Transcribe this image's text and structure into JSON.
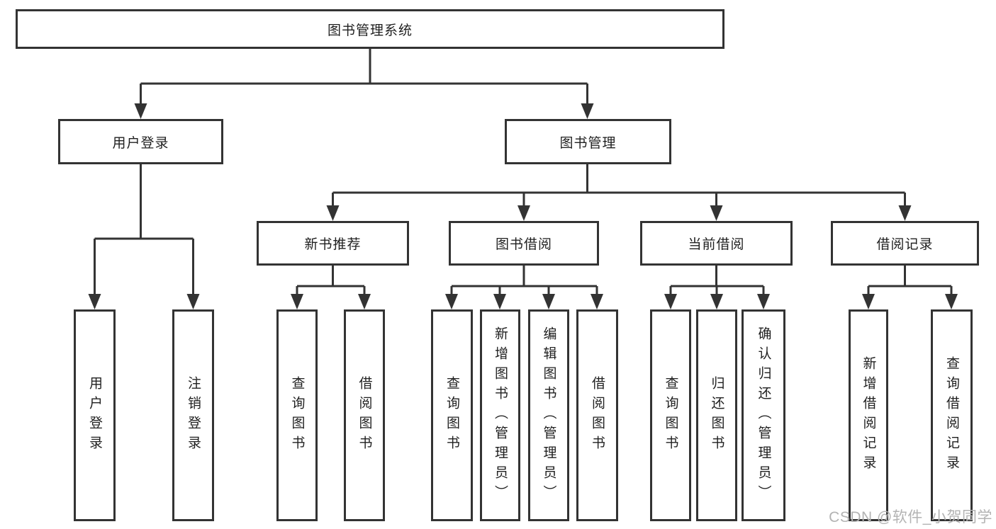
{
  "diagram": {
    "title": "图书管理系统",
    "level2": {
      "user_login": {
        "label": "用户登录"
      },
      "book_mgmt": {
        "label": "图书管理"
      }
    },
    "level3": {
      "user_login_children": [
        {
          "label": "用户登录"
        },
        {
          "label": "注销登录"
        }
      ],
      "book_mgmt_children": [
        {
          "label": "新书推荐"
        },
        {
          "label": "图书借阅"
        },
        {
          "label": "当前借阅"
        },
        {
          "label": "借阅记录"
        }
      ]
    },
    "level4": {
      "new_book_rec": [
        {
          "label": "查询图书"
        },
        {
          "label": "借阅图书"
        }
      ],
      "book_borrow": [
        {
          "label": "查询图书"
        },
        {
          "label": "新增图书（管理员）"
        },
        {
          "label": "编辑图书（管理员）"
        },
        {
          "label": "借阅图书"
        }
      ],
      "current_borrow": [
        {
          "label": "查询图书"
        },
        {
          "label": "归还图书"
        },
        {
          "label": "确认归还（管理员）"
        }
      ],
      "borrow_record": [
        {
          "label": "新增借阅记录"
        },
        {
          "label": "查询借阅记录"
        }
      ]
    }
  },
  "watermark": {
    "text": "CSDN @软件_小贺同学"
  },
  "colors": {
    "line": "#333333",
    "box_border": "#333333",
    "text": "#1f1f1f",
    "watermark": "#b3b3b3",
    "background": "#ffffff"
  }
}
